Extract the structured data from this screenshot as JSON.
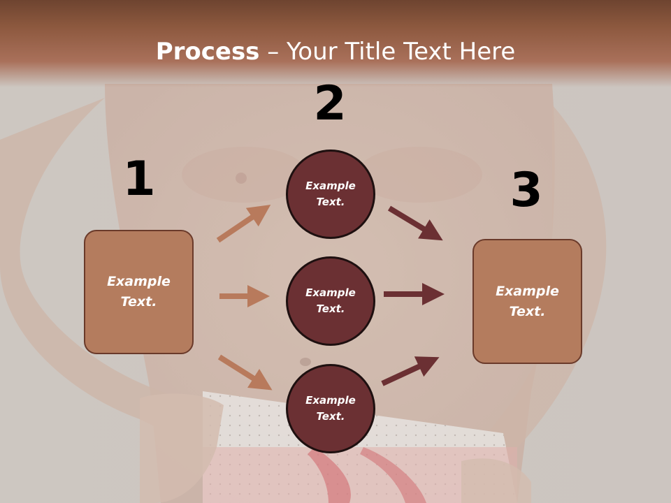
{
  "title": {
    "bold_part": "Process",
    "rest": " – Your Title Text Here"
  },
  "steps": [
    {
      "number": "1",
      "text": "Example\nText."
    },
    {
      "number": "2"
    },
    {
      "number": "3",
      "text": "Example\nText."
    }
  ],
  "circles": [
    {
      "text": "Example\nText."
    },
    {
      "text": "Example\nText."
    },
    {
      "text": "Example\nText."
    }
  ],
  "colors": {
    "box_fill": "#b47c5e",
    "circle_fill": "#6b3033",
    "arrow_light": "#b87a5c",
    "arrow_dark": "#6b3033",
    "title_band": "#8c583e"
  }
}
